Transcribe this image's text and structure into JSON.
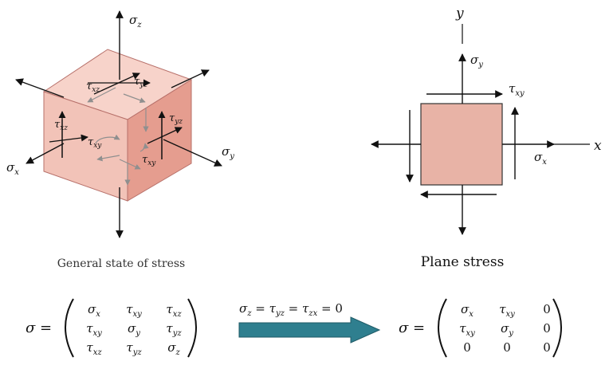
{
  "left_panel": {
    "caption": "General state of stress",
    "axis_labels": {
      "sigma_z": "σ",
      "sigma_z_sub": "z",
      "sigma_x": "σ",
      "sigma_x_sub": "x",
      "sigma_y": "σ",
      "sigma_y_sub": "y"
    },
    "shear_labels": {
      "t_xz_top": "τ",
      "t_xz_top_sub": "xz",
      "t_yz_top": "τ",
      "t_yz_top_sub": "yz",
      "t_xz_left": "τ",
      "t_xz_left_sub": "xz",
      "t_yz_right": "τ",
      "t_yz_right_sub": "yz",
      "t_xy_front": "τ",
      "t_xy_front_sub": "xy",
      "t_xy_right": "τ",
      "t_xy_right_sub": "xy"
    },
    "colors": {
      "cube_front": "#f2c3b8",
      "cube_right": "#e59d8f",
      "cube_top": "#f7d3ca",
      "edge": "#b7706a",
      "gray_arrow": "#8f8f8f"
    }
  },
  "right_panel": {
    "caption": "Plane stress",
    "axis_x": "x",
    "axis_y": "y",
    "sigma_y": "σ",
    "sigma_y_sub": "y",
    "sigma_x": "σ",
    "sigma_x_sub": "x",
    "tau_xy": "τ",
    "tau_xy_sub": "xy",
    "colors": {
      "square_fill": "#e8b3a6",
      "square_edge": "#333333"
    }
  },
  "equations": {
    "left_lhs": "σ =",
    "left_matrix": [
      [
        [
          "σ",
          "x"
        ],
        [
          "τ",
          "xy"
        ],
        [
          "τ",
          "xz"
        ]
      ],
      [
        [
          "τ",
          "xy"
        ],
        [
          "σ",
          "y"
        ],
        [
          "τ",
          "yz"
        ]
      ],
      [
        [
          "τ",
          "xz"
        ],
        [
          "τ",
          "yz"
        ],
        [
          "σ",
          "z"
        ]
      ]
    ],
    "condition": {
      "p1": "σ",
      "s1": "z",
      "e1": " = ",
      "p2": "τ",
      "s2": "yz",
      "e2": " = ",
      "p3": "τ",
      "s3": "zx",
      "e3": " = 0"
    },
    "right_lhs": "σ =",
    "right_matrix": [
      [
        [
          "σ",
          "x"
        ],
        [
          "τ",
          "xy"
        ],
        [
          "0",
          ""
        ]
      ],
      [
        [
          "τ",
          "xy"
        ],
        [
          "σ",
          "y"
        ],
        [
          "0",
          ""
        ]
      ],
      [
        [
          "0",
          ""
        ],
        [
          "0",
          ""
        ],
        [
          "0",
          ""
        ]
      ]
    ],
    "arrow_color": "#2f7f8f"
  }
}
